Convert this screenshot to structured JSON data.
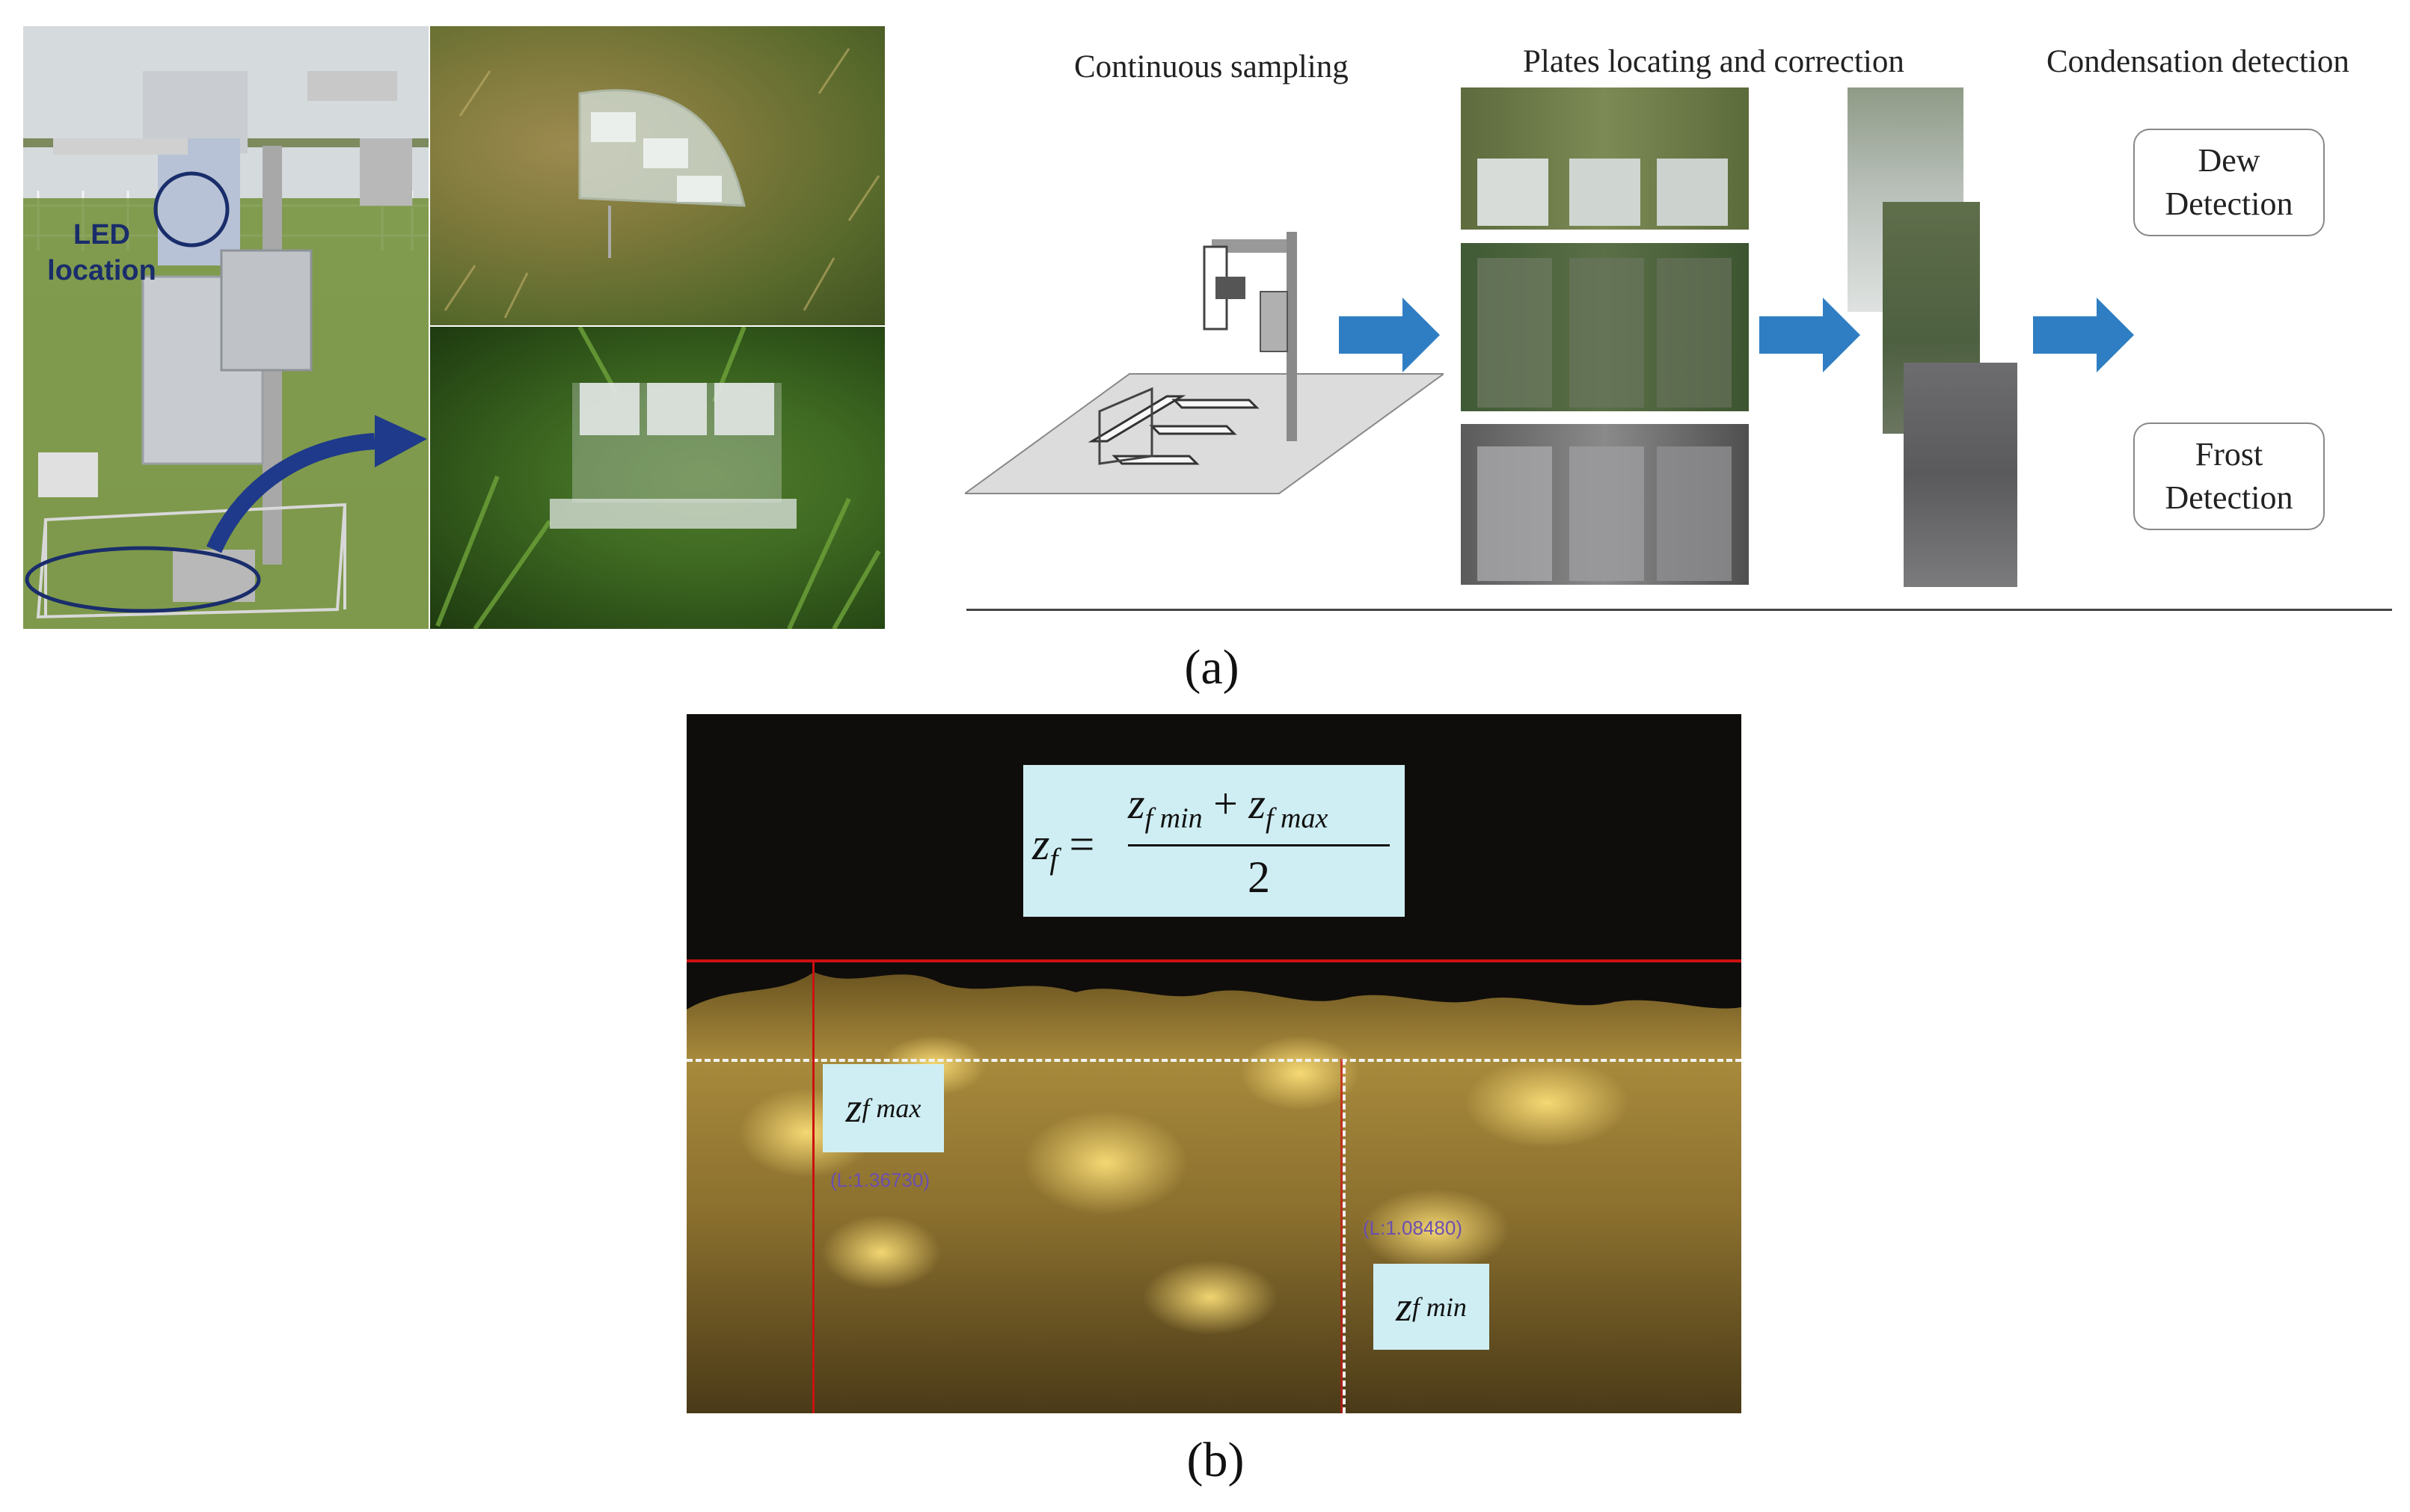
{
  "panel_a": {
    "led_label_line1": "LED",
    "led_label_line2": "location",
    "steps": {
      "sampling": "Continuous sampling",
      "locating": "Plates locating and correction",
      "condensation": "Condensation detection"
    },
    "boxes": {
      "dew_line1": "Dew",
      "dew_line2": "Detection",
      "frost_line1": "Frost",
      "frost_line2": "Detection"
    },
    "caption": "(a)"
  },
  "panel_b": {
    "formula": {
      "lhs": "z",
      "lhs_sub": "f",
      "num_a": "z",
      "num_a_sub": "f min",
      "plus": "+",
      "num_b": "z",
      "num_b_sub": "f max",
      "den": "2"
    },
    "label_max": {
      "z": "z",
      "sub": "f max"
    },
    "label_min": {
      "z": "z",
      "sub": "f min"
    },
    "meas_max": "(L:1.36730)",
    "meas_min": "(L:1.08480)",
    "caption": "(b)"
  },
  "colors": {
    "arrow_blue": "#2f7ec3",
    "red_line": "#cc1111",
    "formula_bg": "#cfeef3",
    "led_text": "#1a2d6b"
  }
}
